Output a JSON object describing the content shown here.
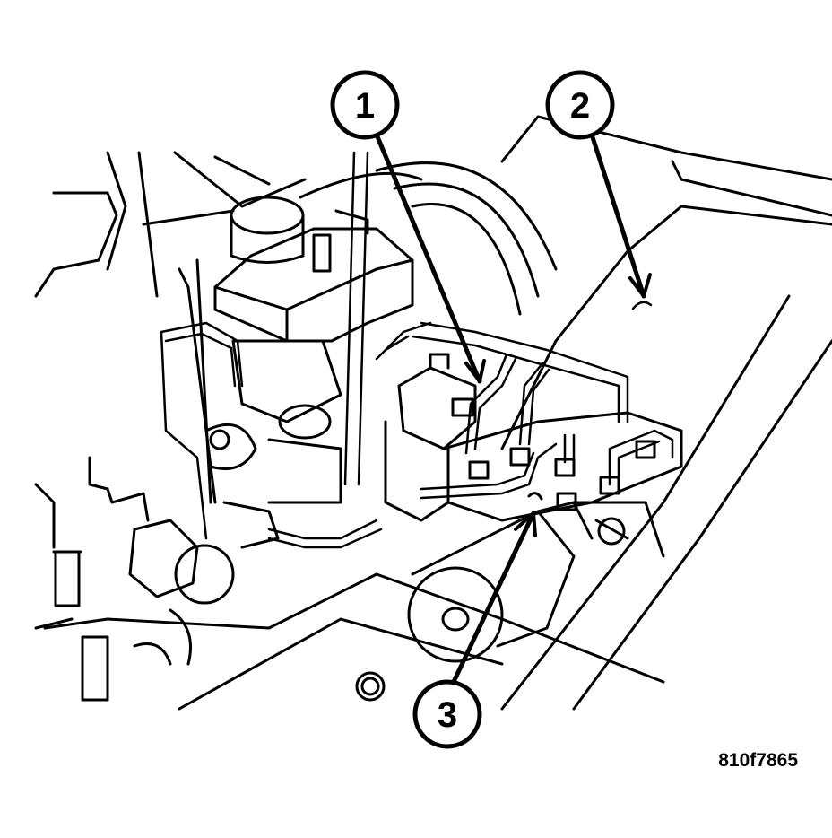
{
  "figure": {
    "id_label": "810f7865",
    "callouts": [
      {
        "number": "1",
        "target": "abs-hydraulic-control-unit-icon"
      },
      {
        "number": "2",
        "target": "body-panel-icon"
      },
      {
        "number": "3",
        "target": "hcu-mounting-bracket-icon"
      }
    ]
  },
  "colors": {
    "line": "#000000",
    "background": "#ffffff"
  }
}
